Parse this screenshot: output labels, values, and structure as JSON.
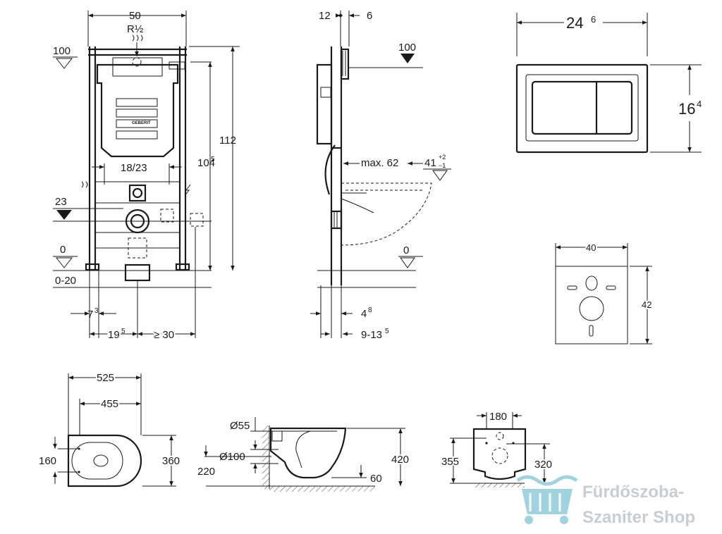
{
  "frame": {
    "width": "50",
    "thread": "R½",
    "level_100": "100",
    "level_23": "23",
    "level_0": "0",
    "level_range": "0-20",
    "height_112": "112",
    "height_104": "104",
    "height_104_sup": "5",
    "spacing": "18/23",
    "offset_7": "7",
    "offset_7_sup": "3",
    "offset_19": "19",
    "offset_19_sup": "5",
    "min_30": "≥ 30",
    "brand": "GEBERIT"
  },
  "side": {
    "top_12": "12",
    "top_6": "6",
    "level_100": "100",
    "max_62": "max. 62",
    "h41": "41",
    "h41_tol_plus": "+2",
    "h41_tol_minus": "−1",
    "level_0": "0",
    "bottom_4": "4",
    "bottom_4_sup": "8",
    "range_9": "9-13",
    "range_9_sup": "5"
  },
  "plate": {
    "width": "24",
    "width_sup": "6",
    "height": "16",
    "height_sup": "4"
  },
  "pad": {
    "width": "40",
    "height": "42"
  },
  "bowl_top": {
    "length_525": "525",
    "length_455": "455",
    "width_160": "160",
    "width_360": "360"
  },
  "bowl_side": {
    "d55": "Ø55",
    "d100": "Ø100",
    "h220": "220",
    "h420": "420",
    "h60": "60"
  },
  "bowl_back": {
    "w180": "180",
    "h355": "355",
    "h320": "320"
  },
  "watermark": {
    "line1": "Fürdőszoba-",
    "line2": "Szaniter Shop"
  }
}
